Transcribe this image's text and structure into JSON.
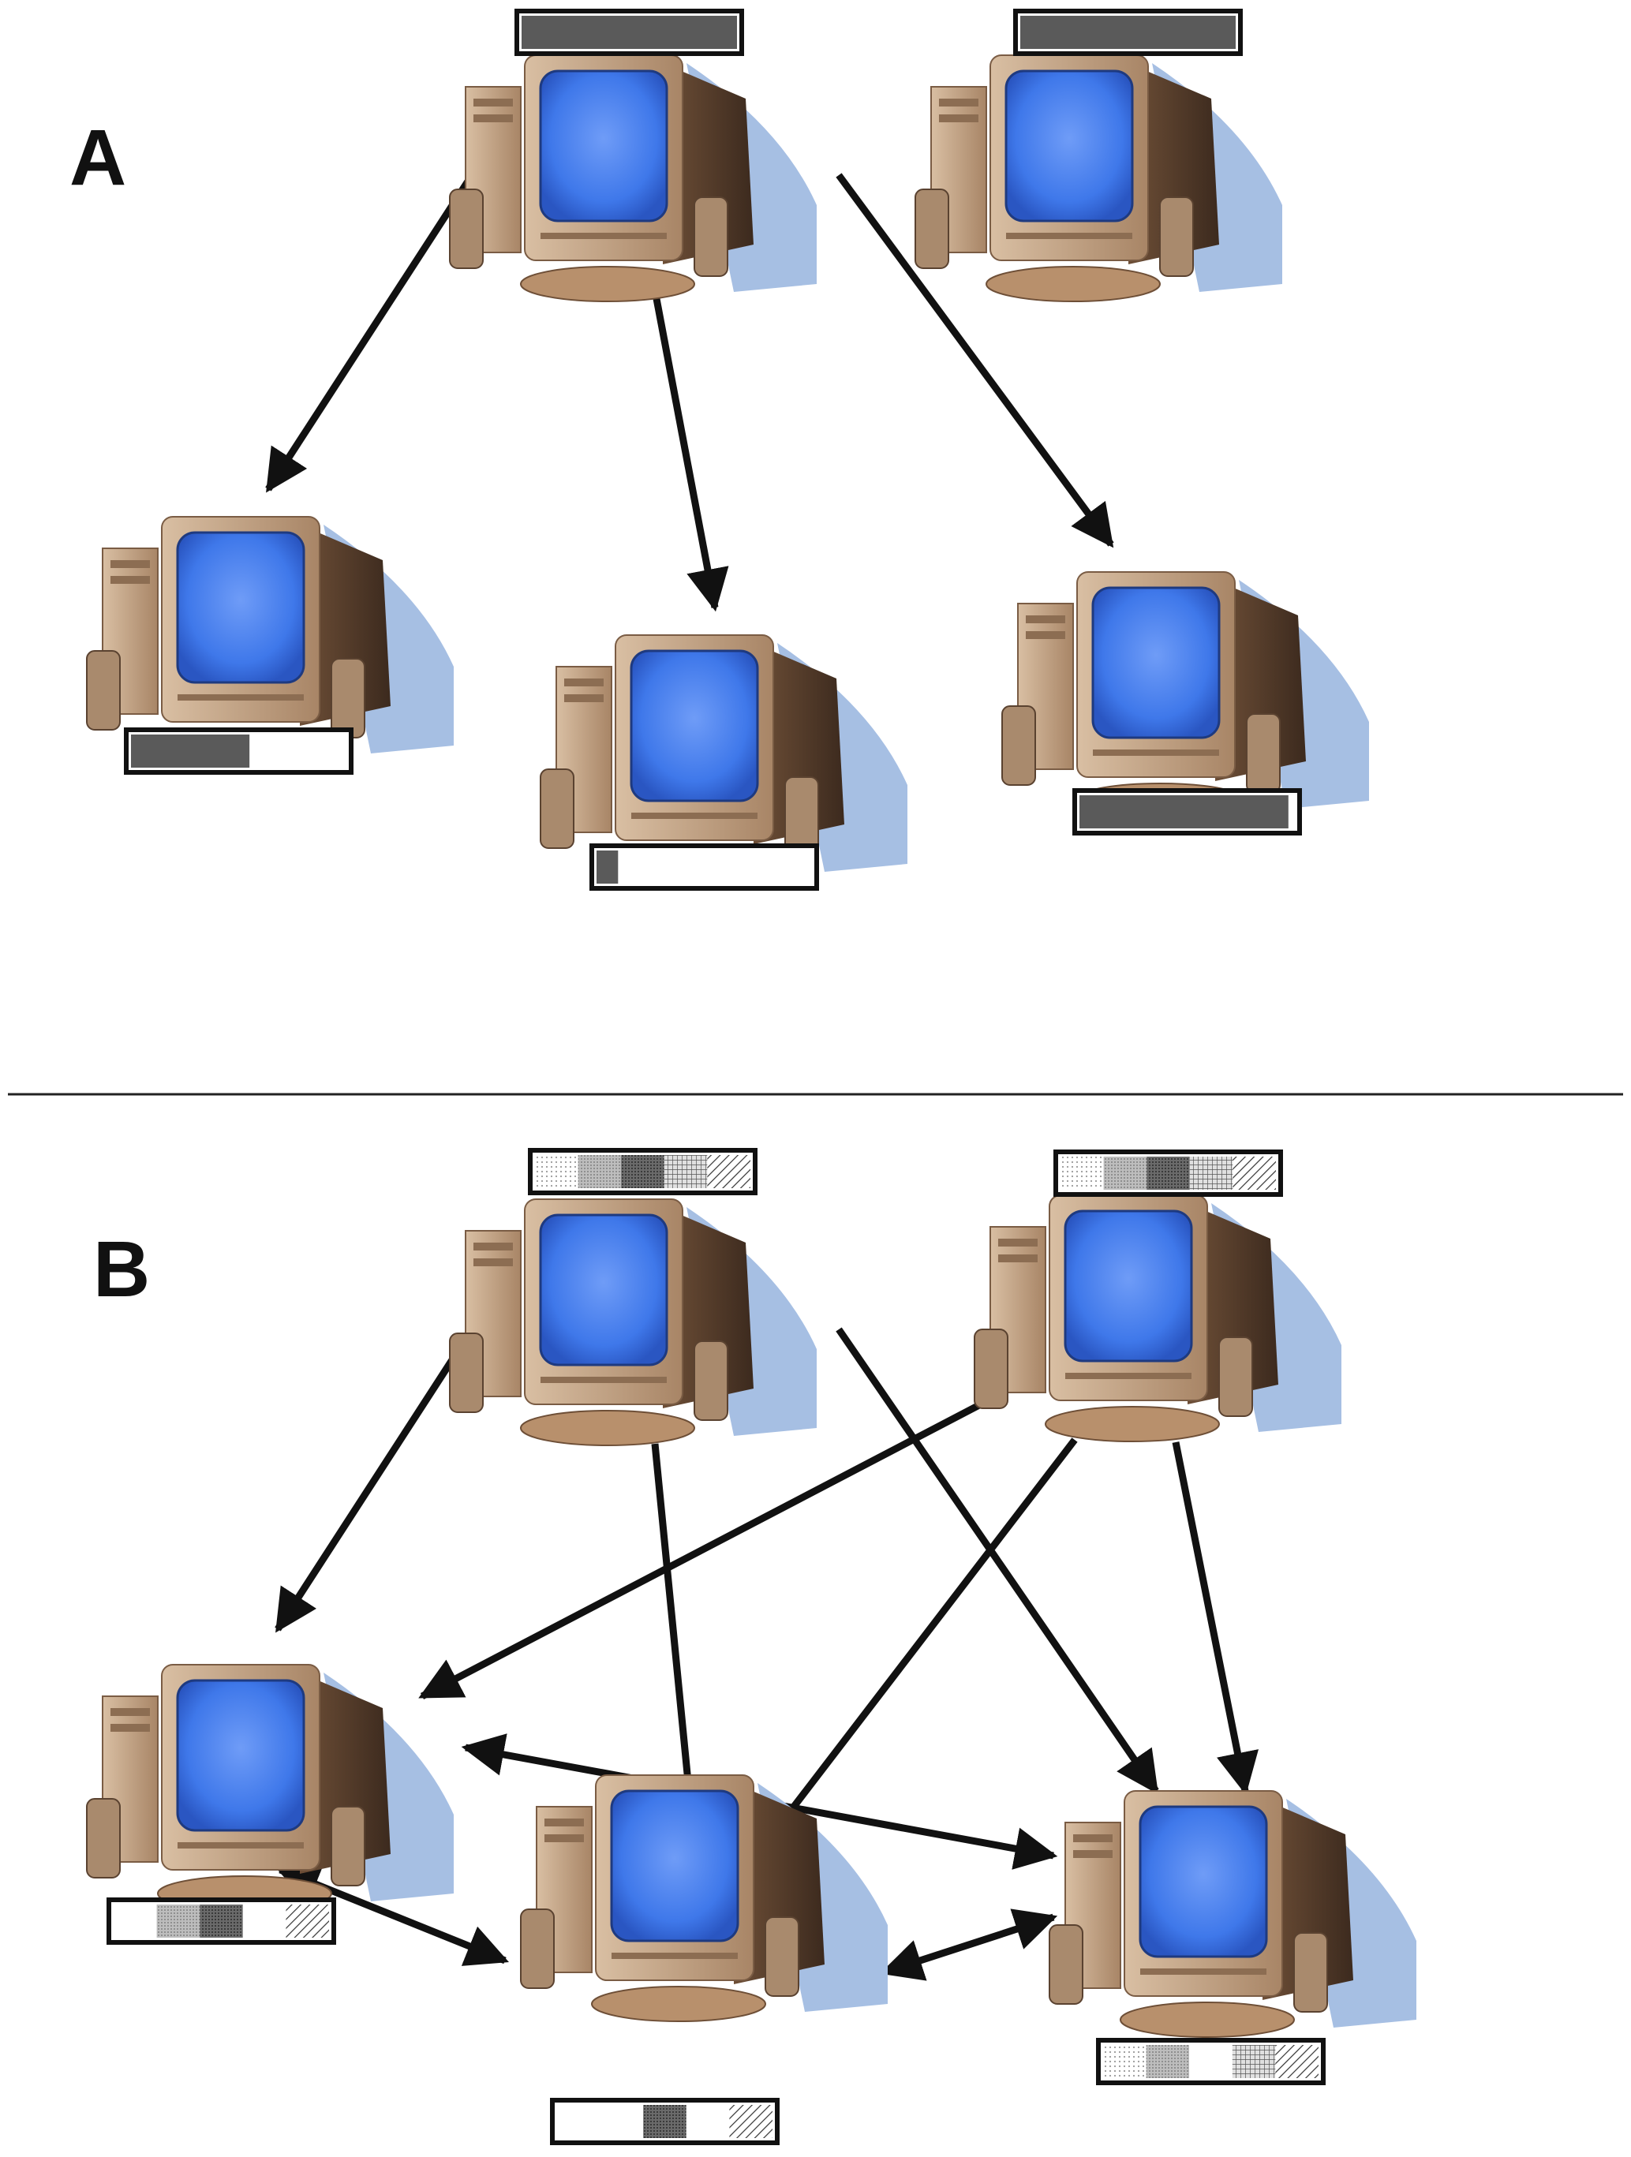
{
  "colors": {
    "screen": "#4a82f0",
    "monitor_body": "#c5a78a",
    "monitor_dark": "#5a4230",
    "shadow": "#a6bfe3",
    "bar_fill": "#5a5a5a",
    "bar_border": "#111111",
    "arrow": "#111111",
    "divider": "#222222"
  },
  "panels": [
    {
      "label": "A",
      "sources": [
        {
          "bar_type": "solid",
          "fill_fraction": 1.0
        },
        {
          "bar_type": "solid",
          "fill_fraction": 1.0
        }
      ],
      "receivers": [
        {
          "bar_type": "solid",
          "fill_fraction": 0.55
        },
        {
          "bar_type": "solid",
          "fill_fraction": 0.1
        },
        {
          "bar_type": "solid",
          "fill_fraction": 0.97
        }
      ],
      "connections": [
        {
          "from": "source-1",
          "to": "receiver-1",
          "direction": "one-way"
        },
        {
          "from": "source-1",
          "to": "receiver-2",
          "direction": "one-way"
        },
        {
          "from": "source-1",
          "to": "receiver-3",
          "direction": "one-way"
        }
      ]
    },
    {
      "label": "B",
      "sources": [
        {
          "bar_type": "segmented",
          "segments": [
            "dots-light",
            "gray",
            "dark",
            "grid",
            "hatch"
          ]
        },
        {
          "bar_type": "segmented",
          "segments": [
            "dots-light",
            "gray",
            "dark",
            "grid",
            "hatch"
          ]
        }
      ],
      "receivers": [
        {
          "bar_type": "segmented",
          "segments": [
            "empty",
            "gray",
            "dark",
            "empty",
            "hatch"
          ]
        },
        {
          "bar_type": "segmented",
          "segments": [
            "empty",
            "empty",
            "dark",
            "empty",
            "hatch"
          ]
        },
        {
          "bar_type": "segmented",
          "segments": [
            "dots-light",
            "gray",
            "empty",
            "grid",
            "hatch"
          ]
        }
      ],
      "connections": [
        {
          "from": "source-1",
          "to": "receiver-1",
          "direction": "one-way"
        },
        {
          "from": "source-1",
          "to": "receiver-2",
          "direction": "one-way"
        },
        {
          "from": "source-1",
          "to": "receiver-3",
          "direction": "one-way"
        },
        {
          "from": "source-2",
          "to": "receiver-1",
          "direction": "one-way"
        },
        {
          "from": "source-2",
          "to": "receiver-2",
          "direction": "one-way"
        },
        {
          "from": "source-2",
          "to": "receiver-3",
          "direction": "one-way"
        },
        {
          "from": "receiver-1",
          "to": "receiver-3",
          "direction": "two-way"
        },
        {
          "from": "receiver-1",
          "to": "receiver-2",
          "direction": "two-way"
        },
        {
          "from": "receiver-2",
          "to": "receiver-3",
          "direction": "two-way"
        }
      ]
    }
  ]
}
